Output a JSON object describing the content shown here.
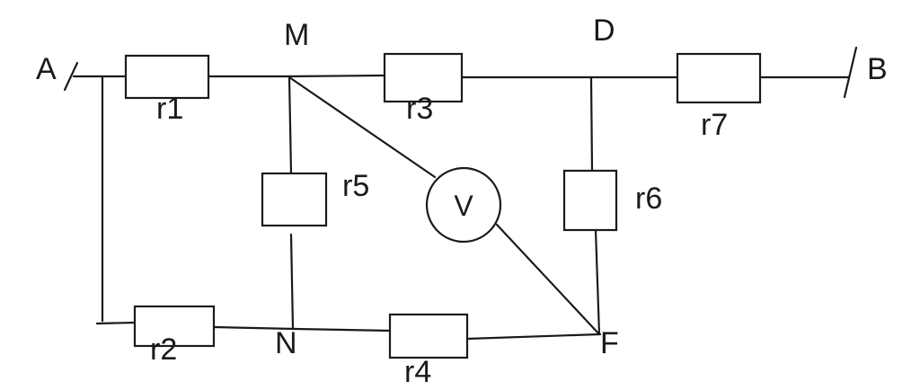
{
  "nodes": {
    "A": "A",
    "B": "B",
    "M": "M",
    "D": "D",
    "N": "N",
    "F": "F"
  },
  "resistors": {
    "r1": "r1",
    "r2": "r2",
    "r3": "r3",
    "r4": "r4",
    "r5": "r5",
    "r6": "r6",
    "r7": "r7"
  },
  "meter": {
    "symbol": "V"
  }
}
